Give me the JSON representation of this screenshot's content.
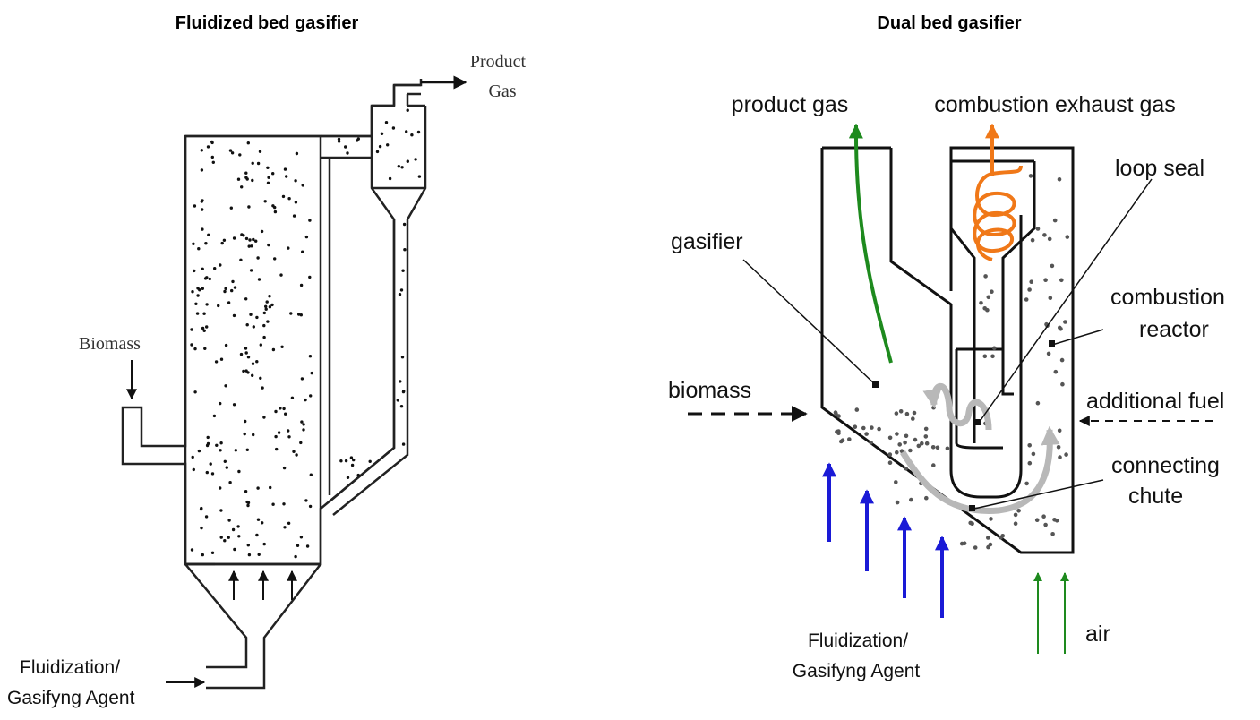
{
  "left_diagram": {
    "title": "Fluidized bed gasifier",
    "product_gas_line1": "Product",
    "product_gas_line2": "Gas",
    "biomass_label": "Biomass",
    "agent_line1": "Fluidization/",
    "agent_line2": "Gasifyng Agent"
  },
  "right_diagram": {
    "title": "Dual bed  gasifier",
    "product_gas": "product gas",
    "combustion_exhaust_gas": "combustion exhaust gas",
    "loop_seal": "loop seal",
    "gasifier": "gasifier",
    "combustion_reactor_line1": "combustion",
    "combustion_reactor_line2": "reactor",
    "biomass": "biomass",
    "additional_fuel": "additional fuel",
    "connecting_chute_line1": "connecting",
    "connecting_chute_line2": "chute",
    "agent_line1": "Fluidization/",
    "agent_line2": "Gasifyng Agent",
    "air": "air"
  },
  "colors": {
    "green_flow": "#1e8a1e",
    "orange_flow": "#f07818",
    "blue_arrow": "#1a1ad6",
    "grey_circulation": "#b8b8b8"
  }
}
